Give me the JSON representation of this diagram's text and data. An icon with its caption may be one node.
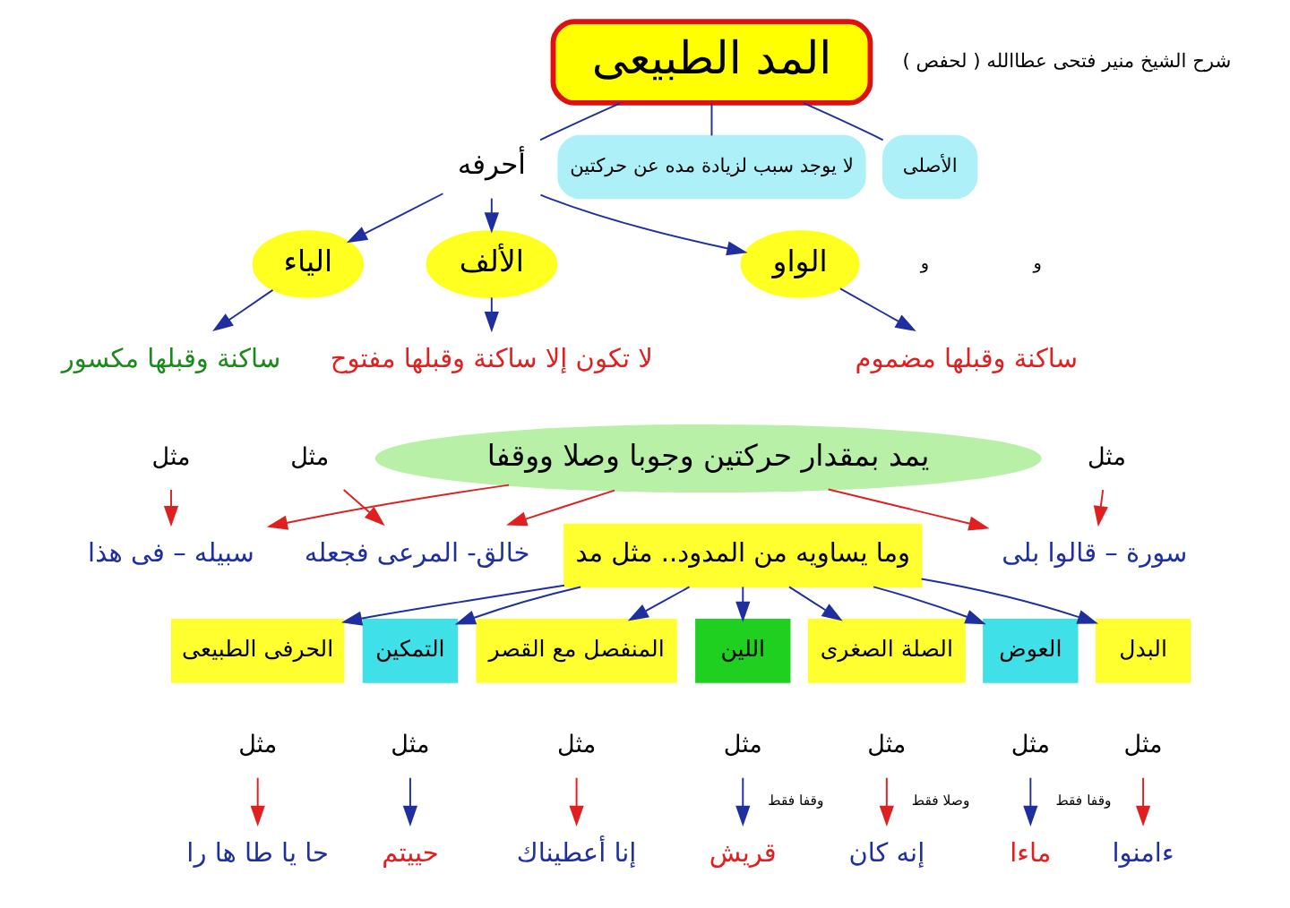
{
  "diagram": {
    "nodes": [
      {
        "text": [
          "المد الطبيعى"
        ]
      },
      {
        "text": [
          "الأصلى"
        ]
      },
      {
        "text": [
          "لا يوجد سبب لزيادة مده عن حركتين"
        ]
      },
      {
        "text": [
          "أحرفه"
        ]
      },
      {
        "text": [
          "الألف"
        ]
      },
      {
        "text": [
          "الياء"
        ]
      },
      {
        "text": [
          "الواو"
        ]
      },
      {
        "text": [
          "لا تكون إلا ساكنة وقبلها مفتوح"
        ]
      },
      {
        "text": [
          "ساكنة وقبلها مكسور"
        ]
      },
      {
        "text": [
          "ساكنة وقبلها مضموم"
        ]
      },
      {
        "text": [
          "مثل"
        ]
      },
      {
        "text": [
          "مثل"
        ]
      },
      {
        "text": [
          "مثل"
        ]
      },
      {
        "text": [
          "خالق- المرعى فجعله"
        ]
      },
      {
        "text": [
          "سبيله – فى هذا"
        ]
      },
      {
        "text": [
          "سورة – قالوا بلى"
        ]
      },
      {
        "text": [
          "يمد بمقدار حركتين وجوبا وصلا ووقفا"
        ]
      },
      {
        "text": [
          "وما يساويه من المدود.. مثل مد"
        ]
      },
      {
        "text": [
          "البدل"
        ]
      },
      {
        "text": [
          "العوض"
        ]
      },
      {
        "text": [
          "الصلة الصغرى"
        ]
      },
      {
        "text": [
          "اللين"
        ]
      },
      {
        "text": [
          "المنفصل مع القصر"
        ]
      },
      {
        "text": [
          "التمكين"
        ]
      },
      {
        "text": [
          "الحرفى الطبيعى"
        ]
      },
      {
        "text": [
          "مثل"
        ]
      },
      {
        "text": [
          "مثل"
        ]
      },
      {
        "text": [
          "مثل"
        ]
      },
      {
        "text": [
          "مثل"
        ]
      },
      {
        "text": [
          "مثل"
        ]
      },
      {
        "text": [
          "مثل"
        ]
      },
      {
        "text": [
          "مثل"
        ]
      },
      {
        "text": [
          "ءامنوا"
        ]
      },
      {
        "text": [
          "ماءا"
        ]
      },
      {
        "text": [
          "إنه كان"
        ]
      },
      {
        "text": [
          "قريش"
        ]
      },
      {
        "text": [
          "إنا أعطيناك"
        ]
      },
      {
        "text": [
          "حييتم"
        ]
      },
      {
        "text": [
          "حا يا طا ها را"
        ]
      }
    ],
    "edges": [
      {
        "from": 0,
        "to": 1,
        "arrow": "none"
      },
      {
        "from": 0,
        "to": 2,
        "arrow": "none"
      },
      {
        "from": 0,
        "to": 3,
        "arrow": "none"
      },
      {
        "from": 3,
        "to": 4,
        "arrow": "to"
      },
      {
        "from": 3,
        "to": 5,
        "arrow": "to"
      },
      {
        "from": 3,
        "to": 6,
        "arrow": "to"
      },
      {
        "from": 4,
        "to": 7,
        "arrow": "to"
      },
      {
        "from": 5,
        "to": 8,
        "arrow": "to"
      },
      {
        "from": 6,
        "to": 9,
        "arrow": "to"
      },
      {
        "from": 10,
        "to": 13,
        "arrow": "to",
        "color": "#e02020"
      },
      {
        "from": 11,
        "to": 14,
        "arrow": "to",
        "color": "#e02020"
      },
      {
        "from": 12,
        "to": 15,
        "arrow": "to",
        "color": "#e02020"
      },
      {
        "from": 16,
        "to": 13,
        "arrow": "to",
        "color": "#e02020"
      },
      {
        "from": 16,
        "to": 14,
        "arrow": "to",
        "color": "#e02020"
      },
      {
        "from": 16,
        "to": 15,
        "arrow": "to",
        "color": "#e02020"
      },
      {
        "from": 17,
        "to": 18,
        "arrow": "to"
      },
      {
        "from": 17,
        "to": 19,
        "arrow": "to"
      },
      {
        "from": 17,
        "to": 20,
        "arrow": "to"
      },
      {
        "from": 17,
        "to": 21,
        "arrow": "to"
      },
      {
        "from": 17,
        "to": 22,
        "arrow": "to"
      },
      {
        "from": 17,
        "to": 23,
        "arrow": "to"
      },
      {
        "from": 17,
        "to": 24,
        "arrow": "to"
      },
      {
        "from": 25,
        "to": 32,
        "arrow": "to",
        "color": "#e02020"
      },
      {
        "from": 26,
        "to": 33,
        "arrow": "to",
        "label": "وقفا فقط"
      },
      {
        "from": 27,
        "to": 34,
        "arrow": "to",
        "label": "وصلا فقط",
        "color": "#e02020"
      },
      {
        "from": 28,
        "to": 35,
        "arrow": "to",
        "label": "وقفا فقط"
      },
      {
        "from": 29,
        "to": 36,
        "arrow": "to",
        "color": "#e02020"
      },
      {
        "from": 30,
        "to": 37,
        "arrow": "to"
      },
      {
        "from": 31,
        "to": 38,
        "arrow": "to",
        "color": "#e02020"
      }
    ],
    "labels": [
      "شرح الشيخ منير فتحى عطاالله ( لحفص )",
      "و",
      "و"
    ]
  }
}
